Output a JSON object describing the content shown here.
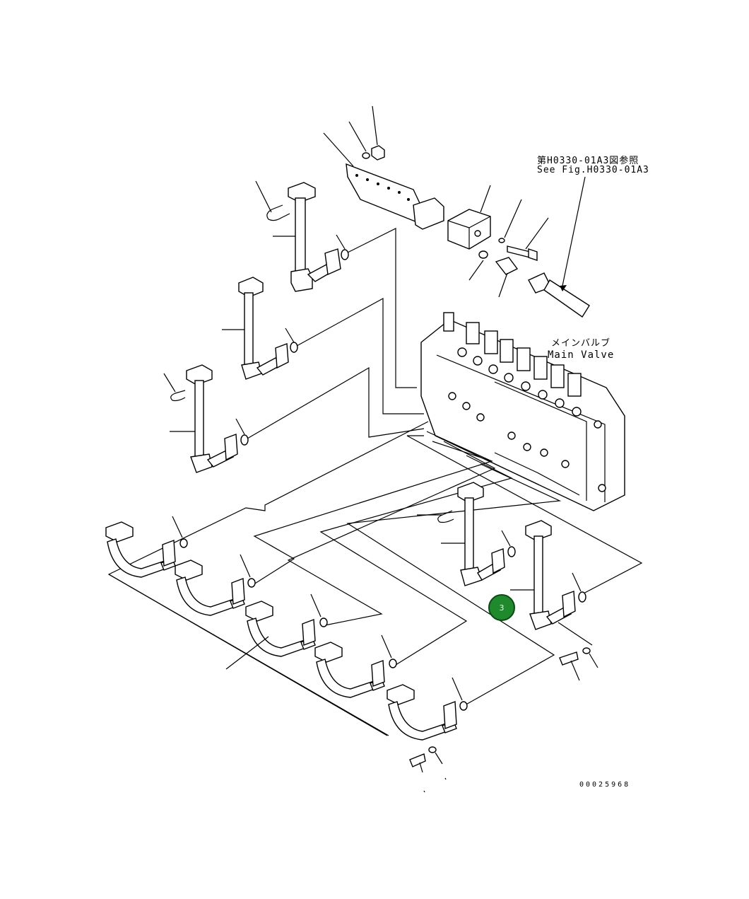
{
  "labels": {
    "reference_ja": "第H0330-01A3図参照",
    "reference_en": "See Fig.H0330-01A3",
    "main_valve_ja": "メインバルブ",
    "main_valve_en": "Main Valve",
    "drawing_code": "00025968"
  },
  "callout_marker": {
    "number": "3",
    "color": "#1e8a2c"
  }
}
